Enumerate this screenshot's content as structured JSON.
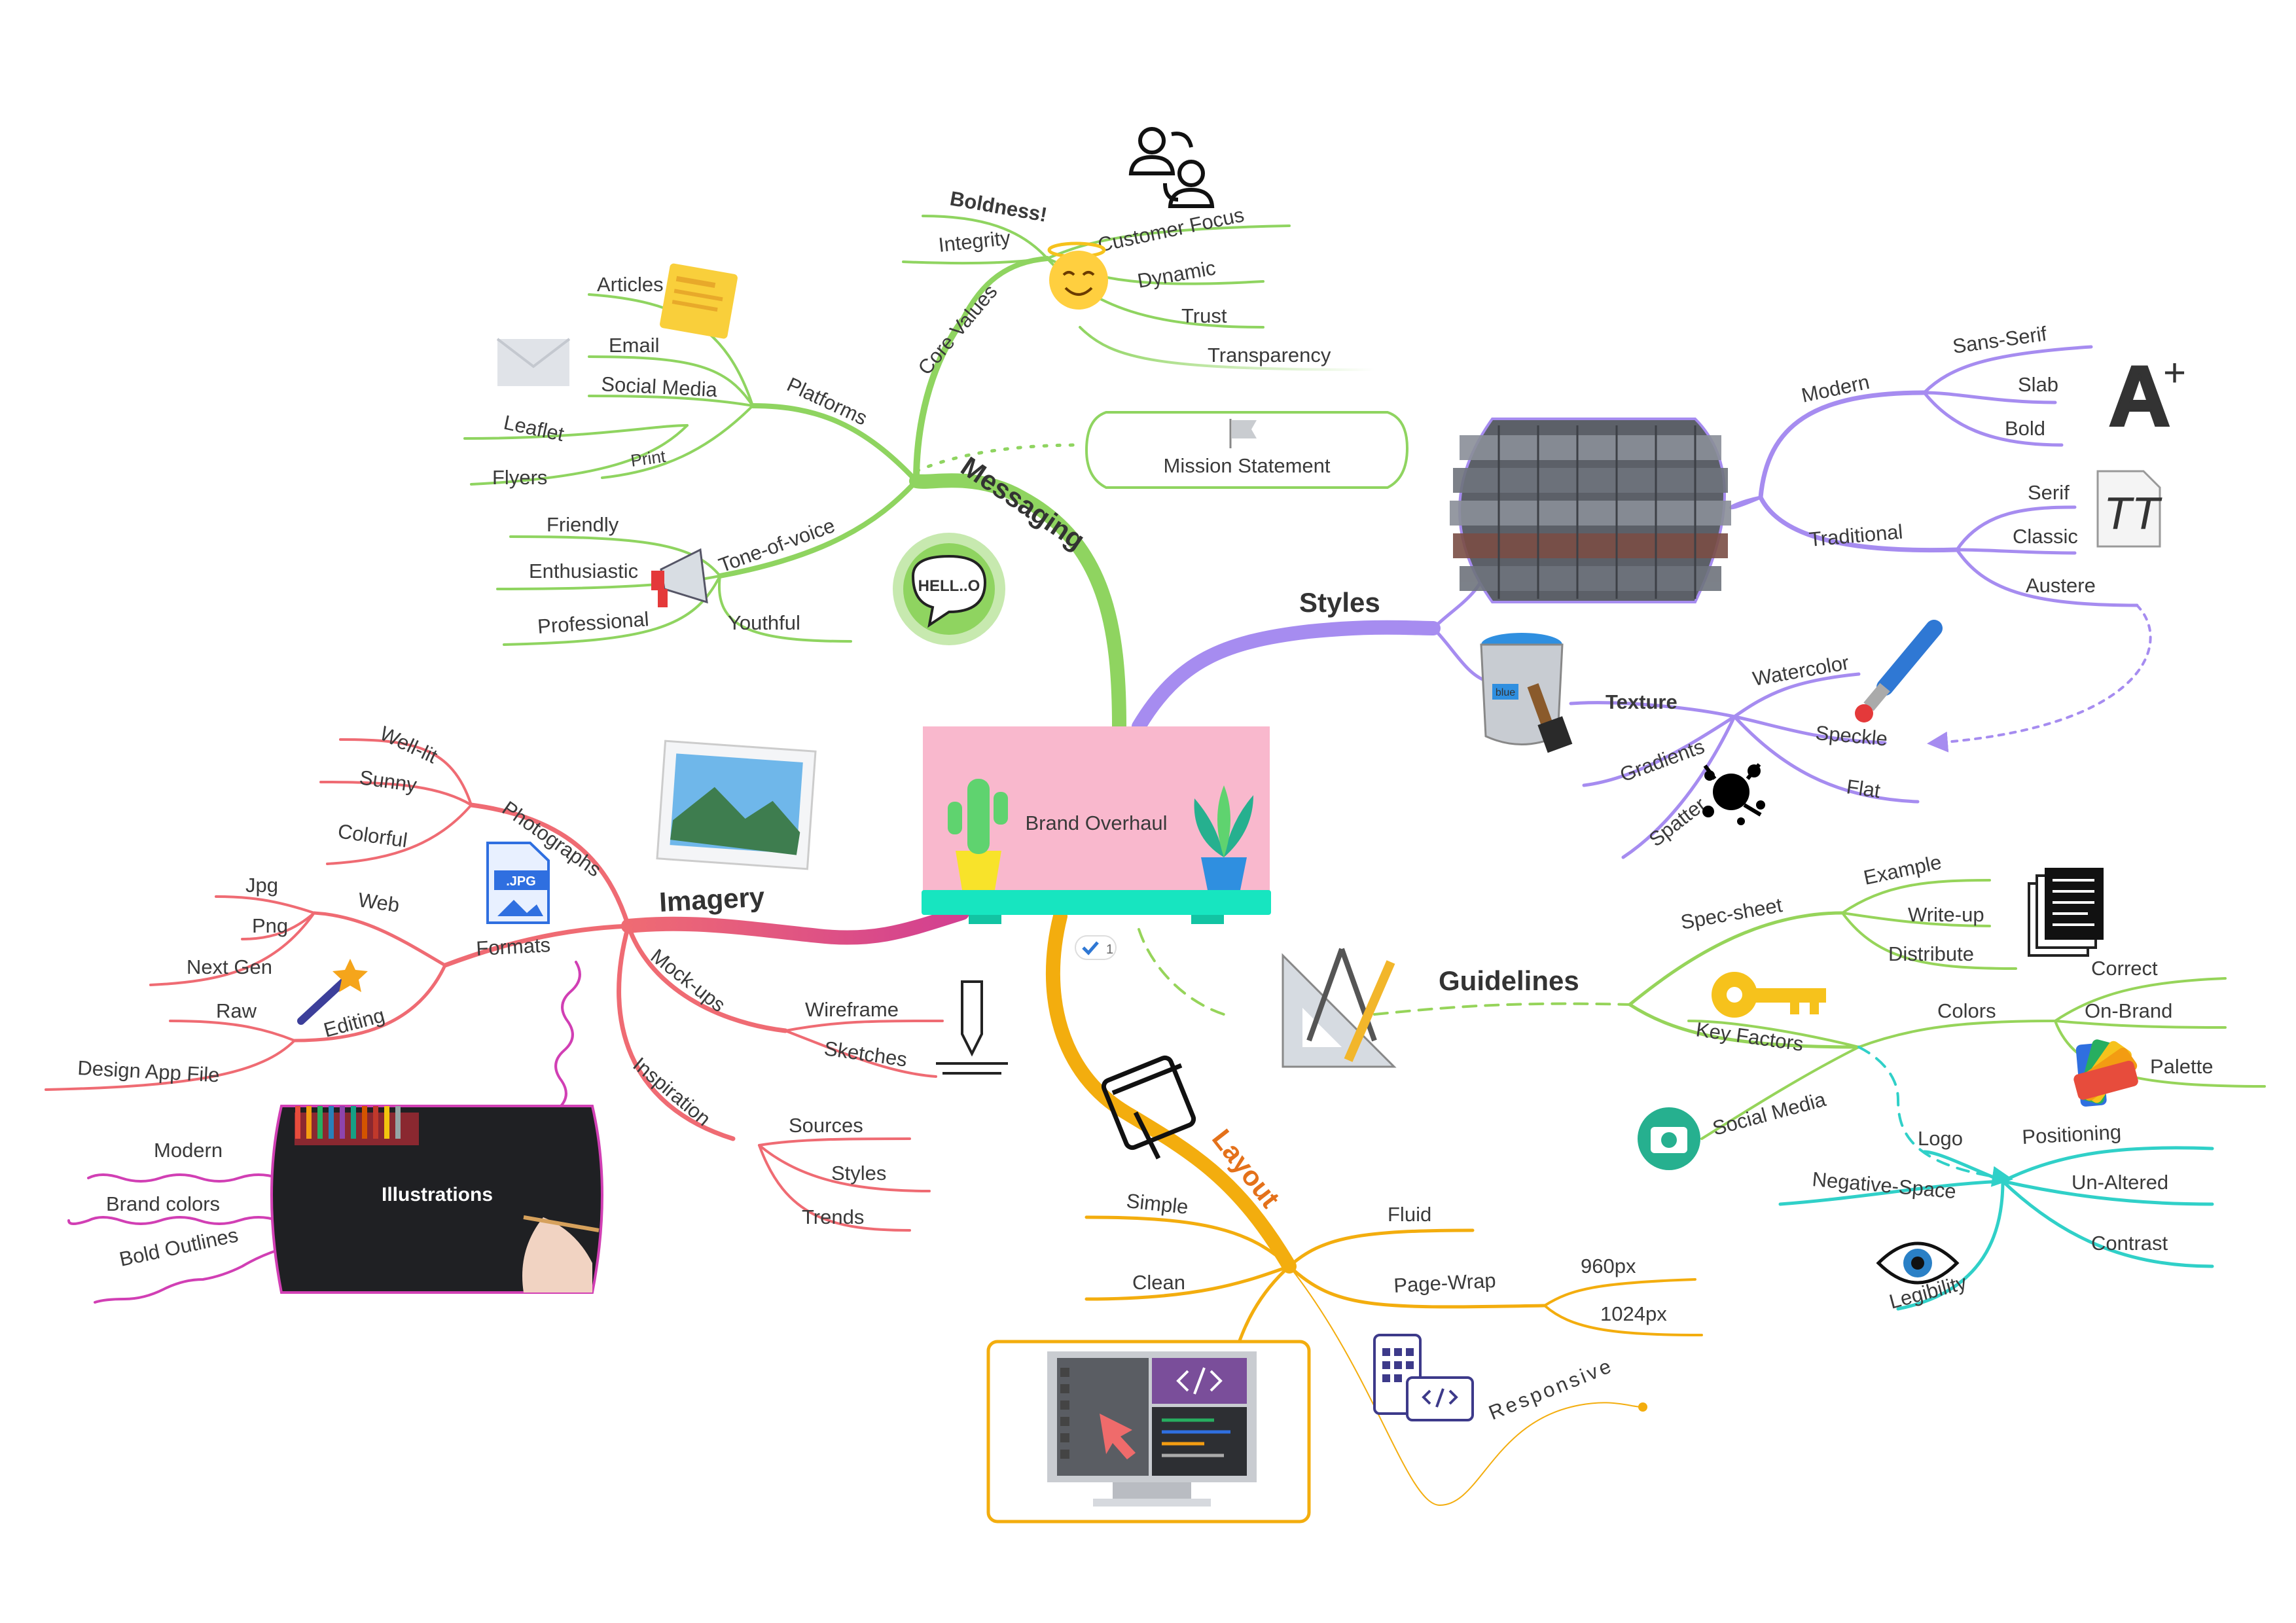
{
  "center": {
    "label": "Brand Overhaul",
    "badge": "1"
  },
  "messaging": {
    "title": "Messaging",
    "core_values": {
      "title": "Core Values",
      "items": [
        "Boldness!",
        "Integrity",
        "Customer Focus",
        "Dynamic",
        "Trust",
        "Transparency"
      ]
    },
    "platforms": {
      "title": "Platforms",
      "items": [
        "Articles",
        "Email",
        "Social Media",
        "Leaflet",
        "Flyers",
        "Print"
      ]
    },
    "tone": {
      "title": "Tone-of-voice",
      "items": [
        "Friendly",
        "Enthusiastic",
        "Professional",
        "Youthful"
      ]
    },
    "mission": "Mission Statement",
    "bubble_text": "HELL..O"
  },
  "styles": {
    "title": "Styles",
    "modern": {
      "title": "Modern",
      "items": [
        "Sans-Serif",
        "Slab",
        "Bold"
      ]
    },
    "traditional": {
      "title": "Traditional",
      "items": [
        "Serif",
        "Classic",
        "Austere"
      ]
    },
    "texture": {
      "title": "Texture",
      "items": [
        "Watercolor",
        "Speckle",
        "Flat",
        "Gradients",
        "Spatter"
      ]
    },
    "paint_can_label": "blue"
  },
  "imagery": {
    "title": "Imagery",
    "photographs": {
      "title": "Photographs",
      "items": [
        "Well-lit",
        "Sunny",
        "Colorful"
      ]
    },
    "formats": {
      "title": "Formats",
      "web": "Web",
      "web_items": [
        "Jpg",
        "Png",
        "Next Gen"
      ],
      "editing": "Editing",
      "editing_items": [
        "Raw",
        "Design App File"
      ],
      "jpg_badge": ".JPG"
    },
    "mockups": {
      "title": "Mock-ups",
      "items": [
        "Wireframe",
        "Sketches"
      ]
    },
    "inspiration": {
      "title": "Inspiration",
      "items": [
        "Sources",
        "Styles",
        "Trends"
      ]
    },
    "illustrations": {
      "title": "Illustrations",
      "items": [
        "Modern",
        "Brand colors",
        "Bold Outlines"
      ]
    }
  },
  "guidelines": {
    "title": "Guidelines",
    "spec": {
      "title": "Spec-sheet",
      "items": [
        "Example",
        "Write-up",
        "Distribute"
      ]
    },
    "key_factors": {
      "title": "Key Factors",
      "colors": "Colors",
      "color_items": [
        "Correct",
        "On-Brand",
        "Palette"
      ],
      "social": "Social Media"
    },
    "logo": {
      "title": "Logo",
      "items": [
        "Positioning",
        "Un-Altered",
        "Contrast",
        "Negative-Space",
        "Legibility"
      ]
    }
  },
  "layout": {
    "title": "Layout",
    "items": [
      "Simple",
      "Clean",
      "Fluid",
      "Page-Wrap",
      "Responsive"
    ],
    "page_wrap_items": [
      "960px",
      "1024px"
    ]
  },
  "colors": {
    "messaging": "#8fd460",
    "styles": "#a68cf0",
    "imagery": "#ef6b73",
    "imagery_trunk": "#d23f91",
    "guidelines": "#96d45a",
    "logo": "#30d0c8",
    "layout": "#f3ad0e",
    "illustrations": "#d13fb4",
    "center_board": "#f9b8cd",
    "shelf": "#17e5c0"
  }
}
